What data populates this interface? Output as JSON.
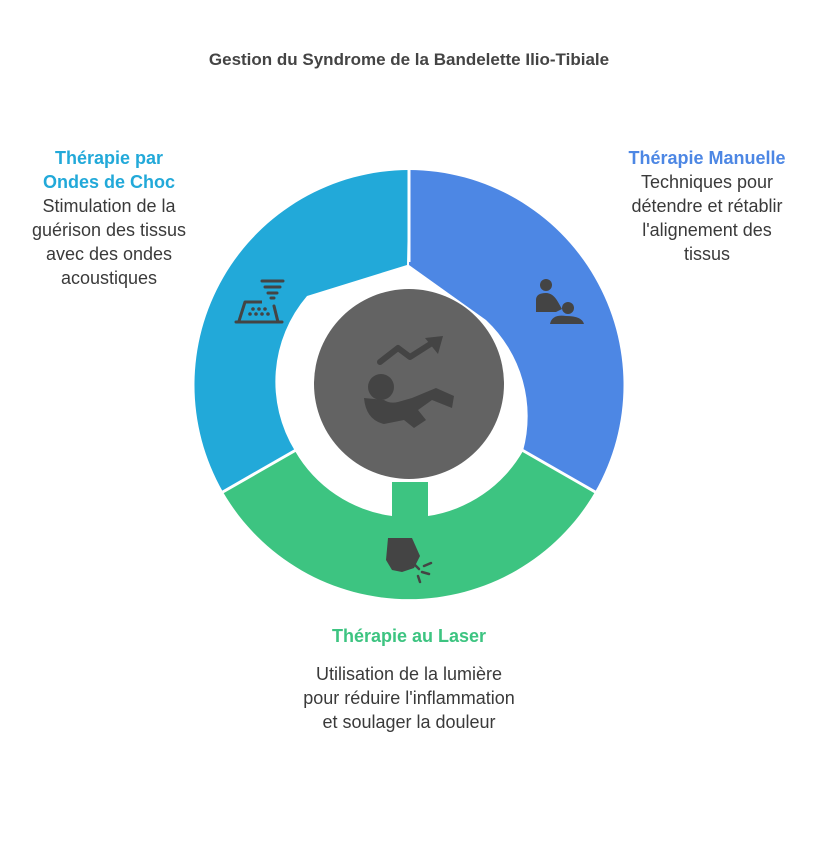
{
  "title": "Gestion du Syndrome de la Bandelette Ilio-Tibiale",
  "colors": {
    "shockwave": "#22a9d9",
    "manual": "#4d87e4",
    "laser": "#3dc481",
    "center": "#636363",
    "icon": "#444444"
  },
  "segments": [
    {
      "id": "shockwave",
      "heading": "Thérapie par Ondes de Choc",
      "description": "Stimulation de la guérison des tissus avec des ondes acoustiques",
      "icon": "shockwave-device-icon"
    },
    {
      "id": "manual",
      "heading": "Thérapie Manuelle",
      "description": "Techniques pour détendre et rétablir l'alignement des tissus",
      "icon": "massage-therapy-icon"
    },
    {
      "id": "laser",
      "heading": "Thérapie au Laser",
      "description": "Utilisation de la lumière pour réduire l'inflammation et soulager la douleur",
      "icon": "laser-pointer-icon"
    }
  ],
  "center_icon": "recovery-progress-icon"
}
